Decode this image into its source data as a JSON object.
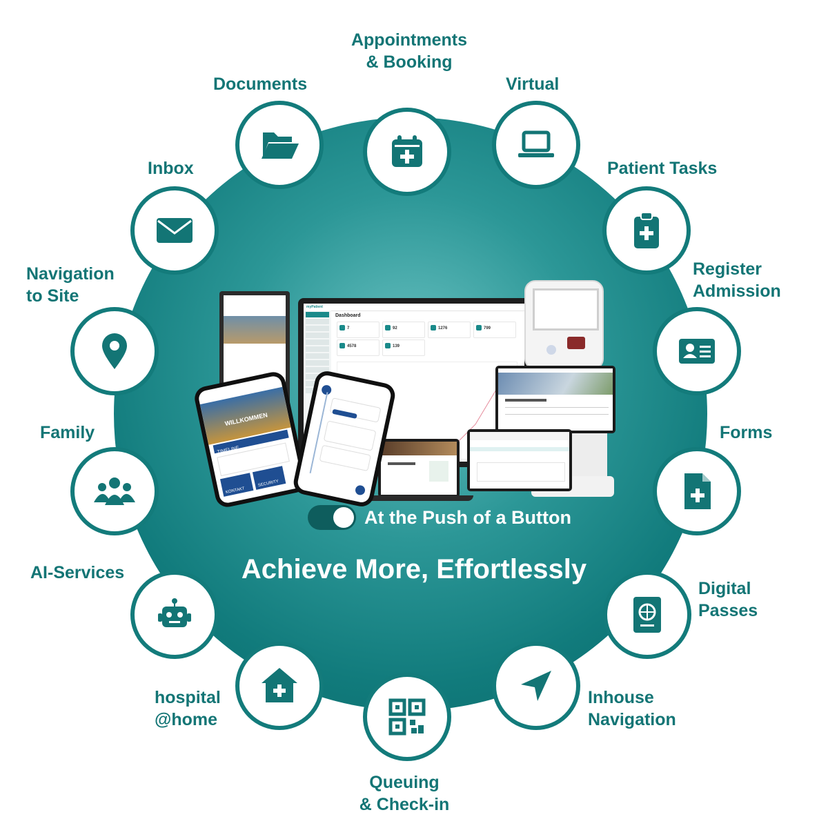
{
  "center": {
    "toggle_label": "At the Push of a Button",
    "headline": "Achieve More, Effortlessly"
  },
  "features": [
    {
      "name": "appointments-booking",
      "label": "Appointments\n& Booking",
      "icon": "calendar-plus-icon"
    },
    {
      "name": "virtual",
      "label": "Virtual",
      "icon": "laptop-icon"
    },
    {
      "name": "patient-tasks",
      "label": "Patient Tasks",
      "icon": "clipboard-plus-icon"
    },
    {
      "name": "register-admission",
      "label": "Register\nAdmission",
      "icon": "id-card-icon"
    },
    {
      "name": "forms",
      "label": "Forms",
      "icon": "document-plus-icon"
    },
    {
      "name": "digital-passes",
      "label": "Digital\nPasses",
      "icon": "passport-icon"
    },
    {
      "name": "inhouse-navigation",
      "label": "Inhouse\nNavigation",
      "icon": "location-arrow-icon"
    },
    {
      "name": "queuing-check-in",
      "label": "Queuing\n& Check-in",
      "icon": "qr-code-icon"
    },
    {
      "name": "hospital-home",
      "label": "hospital\n@home",
      "icon": "house-medical-icon"
    },
    {
      "name": "ai-services",
      "label": "AI-Services",
      "icon": "robot-icon"
    },
    {
      "name": "family",
      "label": "Family",
      "icon": "people-group-icon"
    },
    {
      "name": "navigation-to-site",
      "label": "Navigation\nto Site",
      "icon": "map-pin-icon"
    },
    {
      "name": "inbox",
      "label": "Inbox",
      "icon": "envelope-icon"
    },
    {
      "name": "documents",
      "label": "Documents",
      "icon": "folder-open-icon"
    }
  ],
  "colors": {
    "brand": "#137575",
    "circle_dark": "#0b6767",
    "circle_light": "#6cc3c3",
    "white": "#ffffff"
  },
  "dashboard": {
    "title": "Dashboard",
    "stats": [
      "7",
      "92",
      "1276",
      "799",
      "4578",
      "139"
    ]
  },
  "phone": {
    "banner": "WILLKOMMEN",
    "timeline": "TIMELINE",
    "kontakt": "KONTAKT",
    "security": "SECURITY"
  }
}
